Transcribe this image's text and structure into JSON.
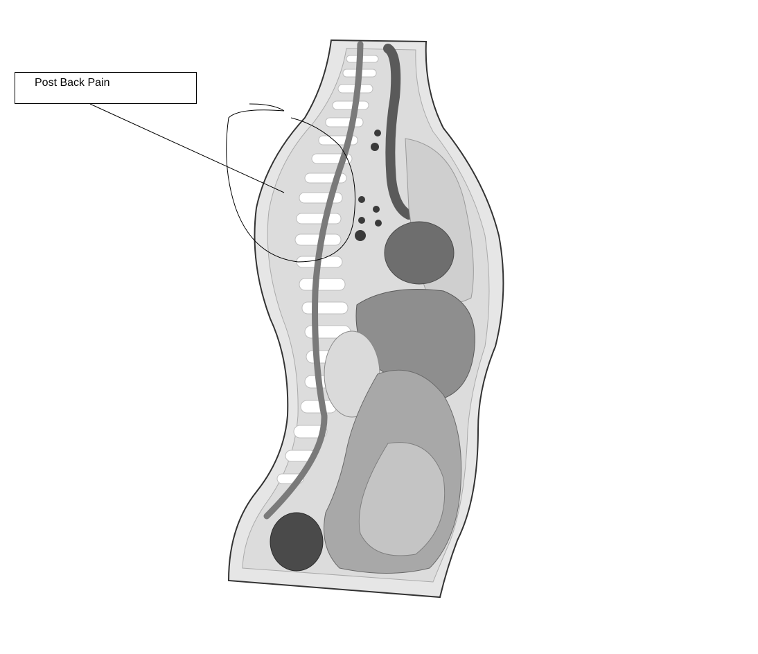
{
  "annotation": {
    "label": "Post Back Pain"
  },
  "figure": {
    "subject": "sagittal-section-torso",
    "style": "grayscale",
    "colors": {
      "background": "#ffffff",
      "body_fill": "#e6e6e6",
      "outline": "#333333",
      "spinal_cord": "#7a7a7a",
      "vertebrae": "#ffffff",
      "organ_dark": "#5a5a5a",
      "organ_mid": "#8e8e8e",
      "organ_light": "#cfcfcf",
      "annotation_ink": "#000000"
    }
  }
}
